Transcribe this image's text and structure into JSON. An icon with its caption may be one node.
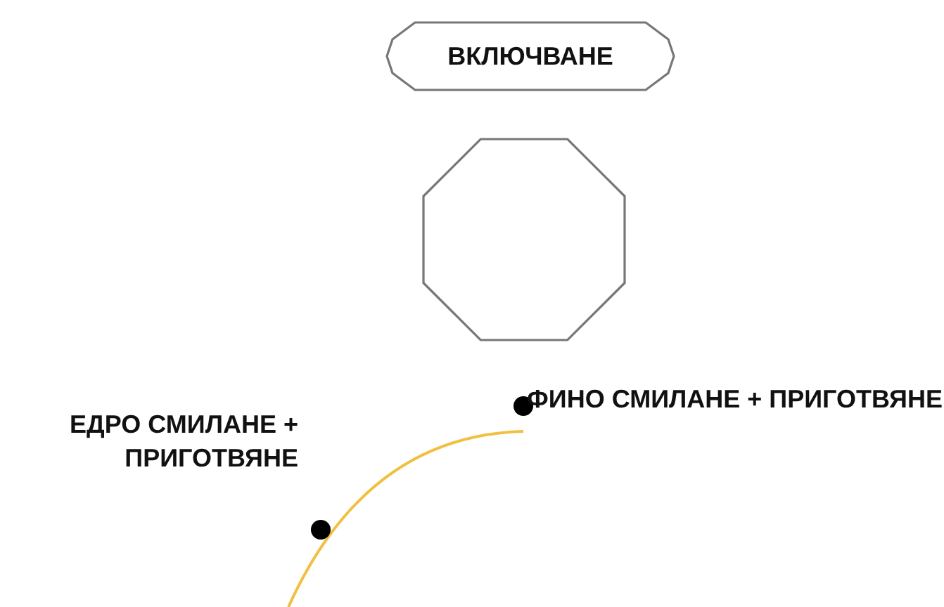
{
  "diagram": {
    "nodes": [
      {
        "text": [
          "ВКЛЮЧВАНЕ"
        ]
      },
      {
        "text": [],
        "shape": "octagon"
      }
    ],
    "labels": [
      "ФИНО СМИЛАНЕ + ПРИГОТВЯНЕ",
      "ЕДРО СМИЛАНЕ + ПРИГОТВЯНЕ"
    ]
  }
}
